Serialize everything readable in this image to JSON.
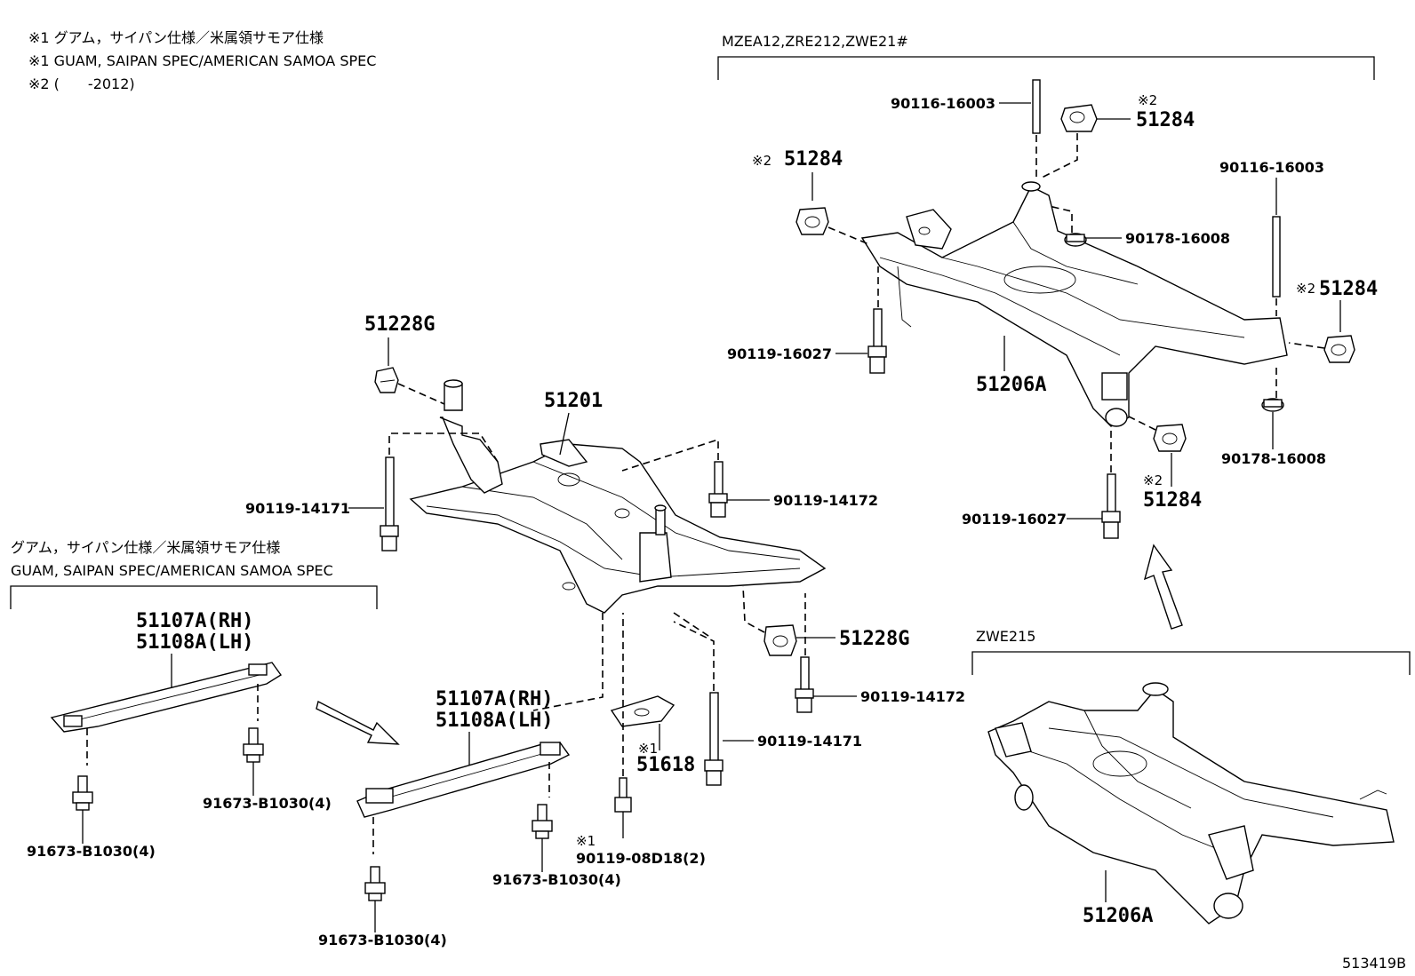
{
  "notes": {
    "note1_jp": "※1 グアム，サイパン仕様／米属領サモア仕様",
    "note1_en": "※1 GUAM, SAIPAN SPEC/AMERICAN SAMOA SPEC",
    "note2": "※2 (　　-2012)"
  },
  "groups": {
    "mzea": "MZEA12,ZRE212,ZWE21#",
    "zwe215": "ZWE215",
    "guam_jp": "グアム，サイパン仕様／米属領サモア仕様",
    "guam_en": "GUAM, SAIPAN SPEC/AMERICAN SAMOA SPEC"
  },
  "marks": {
    "x1": "※1",
    "x2": "※2"
  },
  "parts": {
    "p51228g_a": "51228G",
    "p51201": "51201",
    "p90119_14171_a": "90119-14171",
    "p90119_14172_a": "90119-14172",
    "p51228g_b": "51228G",
    "p90119_14172_b": "90119-14172",
    "p90119_14171_b": "90119-14171",
    "p51618": "51618",
    "p90119_08d18": "90119-08D18(2)",
    "p51107a_1": "51107A(RH)",
    "p51108a_1": "51108A(LH)",
    "p91673_a": "91673-B1030(4)",
    "p91673_b": "91673-B1030(4)",
    "p51107a_2": "51107A(RH)",
    "p51108a_2": "51108A(LH)",
    "p91673_c": "91673-B1030(4)",
    "p91673_d": "91673-B1030(4)",
    "p90116_16003_a": "90116-16003",
    "p51284_top": "51284",
    "p51284_left": "51284",
    "p90116_16003_b": "90116-16003",
    "p90178_16008_a": "90178-16008",
    "p51284_right": "51284",
    "p90119_16027_a": "90119-16027",
    "p51206a_a": "51206A",
    "p90178_16008_b": "90178-16008",
    "p51284_bottom": "51284",
    "p90119_16027_b": "90119-16027",
    "p51206a_b": "51206A"
  },
  "figure_id": "513419B"
}
